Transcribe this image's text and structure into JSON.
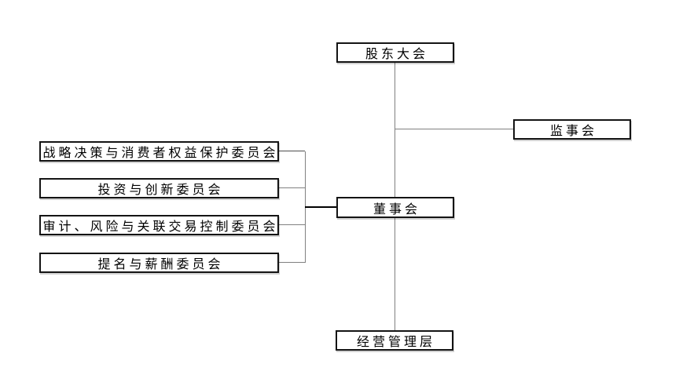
{
  "diagram": {
    "type": "org-chart",
    "title": "",
    "colors": {
      "background": "#ffffff",
      "box_fill": "#ffffff",
      "box_border": "#141414",
      "text": "#000000",
      "connector_line": "#808080",
      "strong_connector_line": "#000000"
    },
    "nodes": {
      "shareholders": {
        "label": "股东大会"
      },
      "supervisory": {
        "label": "监事会"
      },
      "board": {
        "label": "董事会"
      },
      "management": {
        "label": "经营管理层"
      },
      "committee_strategy": {
        "label": "战略决策与消费者权益保护委员会"
      },
      "committee_investment": {
        "label": "投资与创新委员会"
      },
      "committee_audit": {
        "label": "审计、风险与关联交易控制委员会"
      },
      "committee_nomination": {
        "label": "提名与薪酬委员会"
      }
    },
    "edges": [
      {
        "from": "shareholders",
        "to": "board"
      },
      {
        "from": "shareholders",
        "to": "supervisory"
      },
      {
        "from": "board",
        "to": "management"
      },
      {
        "from": "board",
        "to": "committee_strategy"
      },
      {
        "from": "board",
        "to": "committee_investment"
      },
      {
        "from": "board",
        "to": "committee_audit"
      },
      {
        "from": "board",
        "to": "committee_nomination"
      }
    ]
  }
}
